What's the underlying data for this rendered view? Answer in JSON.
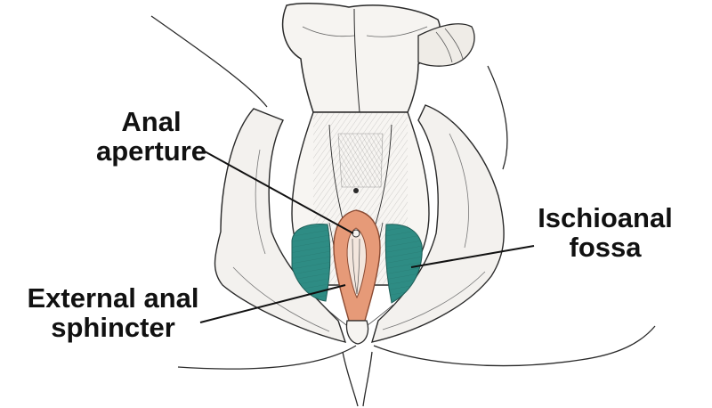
{
  "labels": {
    "anal_aperture": {
      "line1": "Anal",
      "line2": "aperture"
    },
    "ischioanal_fossa": {
      "line1": "Ischioanal",
      "line2": "fossa"
    },
    "external_anal_sphincter": {
      "line1": "External anal",
      "line2": "sphincter"
    }
  },
  "colors": {
    "background": "#ffffff",
    "ink": "#2a2a2a",
    "label_text": "#111111",
    "fossa_fill": "#2e8c84",
    "sphincter_fill": "#e69a78",
    "tissue_fill": "#f3f1ee"
  }
}
